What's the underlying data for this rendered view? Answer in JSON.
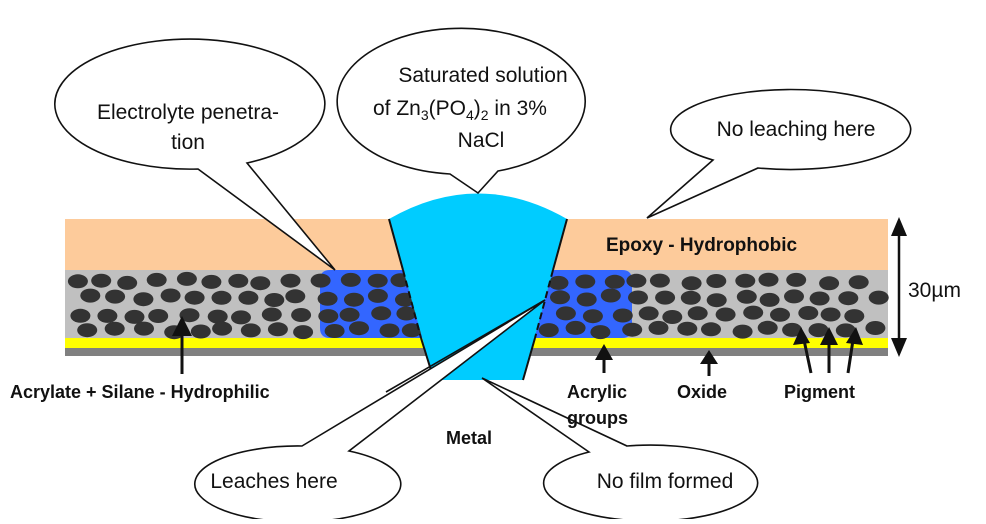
{
  "title": "Coating cross-section: electrolyte penetration and leaching",
  "colors": {
    "epoxy": "#FDCB9B",
    "pigment_layer": "#C0C0C0",
    "penetrated_region": "#3366FF",
    "electrolyte": "#00CCFF",
    "oxide": "#FFFF00",
    "metal_line": "#808080",
    "particle": "#333333"
  },
  "callouts": {
    "solution": {
      "lines": [
        "Saturated solution",
        "of Zn",
        "3",
        "(PO",
        "4",
        ")",
        "2",
        " in 3%",
        "NaCl"
      ]
    },
    "electrolyte": {
      "line1": "Electrolyte penetra-",
      "line2": "tion"
    },
    "no_leaching": {
      "text": "No leaching here"
    },
    "leaches": {
      "text": "Leaches here"
    },
    "no_film": {
      "text": "No film formed"
    }
  },
  "labels": {
    "epoxy": "Epoxy - Hydrophobic",
    "thickness": "30µm",
    "acrylate": "Acrylate + Silane - Hydrophilic",
    "acrylic_line1": "Acrylic",
    "acrylic_line2": "groups",
    "oxide": "Oxide",
    "pigment": "Pigment",
    "metal": "Metal"
  }
}
